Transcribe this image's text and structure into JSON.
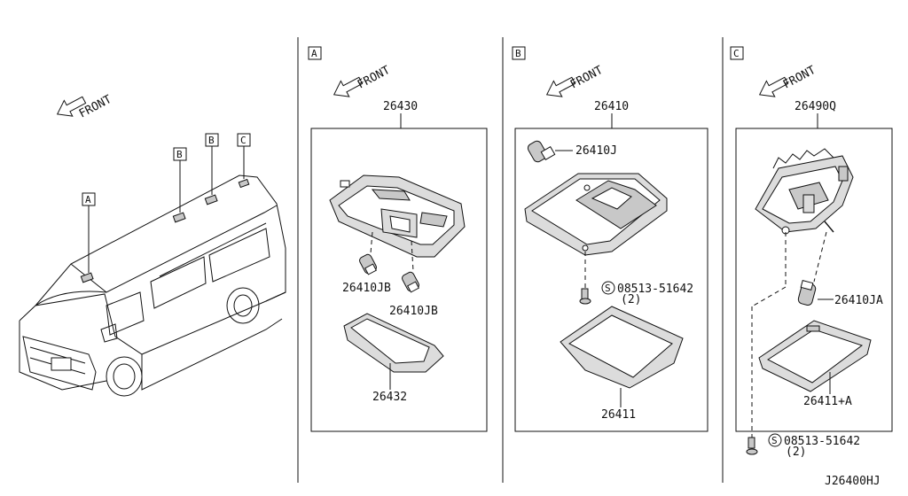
{
  "front_label": "FRONT",
  "diagram_code": "J26400HJ",
  "overview": {
    "callouts": [
      "A",
      "B",
      "B",
      "C"
    ]
  },
  "panels": [
    {
      "id": "A",
      "assembly_part": "26430",
      "parts": [
        "26410JB",
        "26410JB",
        "26432"
      ]
    },
    {
      "id": "B",
      "assembly_part": "26410",
      "parts": [
        "26410J",
        "08513-51642",
        "(2)",
        "26411"
      ]
    },
    {
      "id": "C",
      "assembly_part": "26490Q",
      "parts": [
        "26410JA",
        "26411+A",
        "08513-51642",
        "(2)"
      ]
    }
  ],
  "screw_symbol": "S"
}
